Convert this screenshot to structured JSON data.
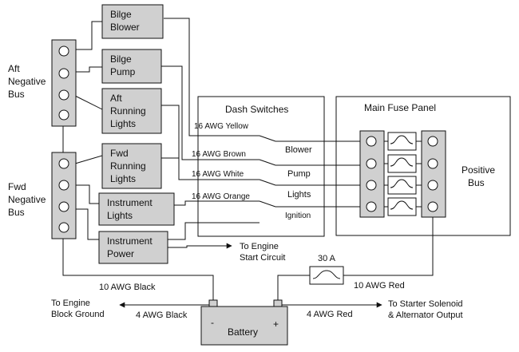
{
  "devices": {
    "bilge_blower": [
      "Bilge",
      "Blower"
    ],
    "bilge_pump": [
      "Bilge",
      "Pump"
    ],
    "aft_running_lights": [
      "Aft",
      "Running",
      "Lights"
    ],
    "fwd_running_lights": [
      "Fwd",
      "Running",
      "Lights"
    ],
    "instrument_lights": [
      "Instrument",
      "Lights"
    ],
    "instrument_power": [
      "Instrument",
      "Power"
    ]
  },
  "buses": {
    "aft_negative": [
      "Aft",
      "Negative",
      "Bus"
    ],
    "fwd_negative": [
      "Fwd",
      "Negative",
      "Bus"
    ],
    "positive": [
      "Positive",
      "Bus"
    ]
  },
  "panels": {
    "dash_switches_title": "Dash Switches",
    "main_fuse_panel_title": "Main Fuse Panel"
  },
  "switches": {
    "blower": "Blower",
    "pump": "Pump",
    "lights": "Lights",
    "ignition": "Ignition"
  },
  "wire_labels": {
    "yellow": "16 AWG Yellow",
    "brown": "16 AWG Brown",
    "white": "16 AWG White",
    "orange": "16 AWG Orange",
    "black_10": "10 AWG Black",
    "red_10": "10 AWG Red",
    "black_4": "4 AWG Black",
    "red_4": "4 AWG Red",
    "fuse_30a": "30 A"
  },
  "destinations": {
    "engine_start": [
      "To Engine",
      "Start Circuit"
    ],
    "engine_ground": [
      "To Engine",
      "Block Ground"
    ],
    "starter": [
      "To Starter Solenoid",
      "& Alternator Output"
    ]
  },
  "battery": {
    "label": "Battery",
    "negative": "-",
    "positive": "+"
  }
}
